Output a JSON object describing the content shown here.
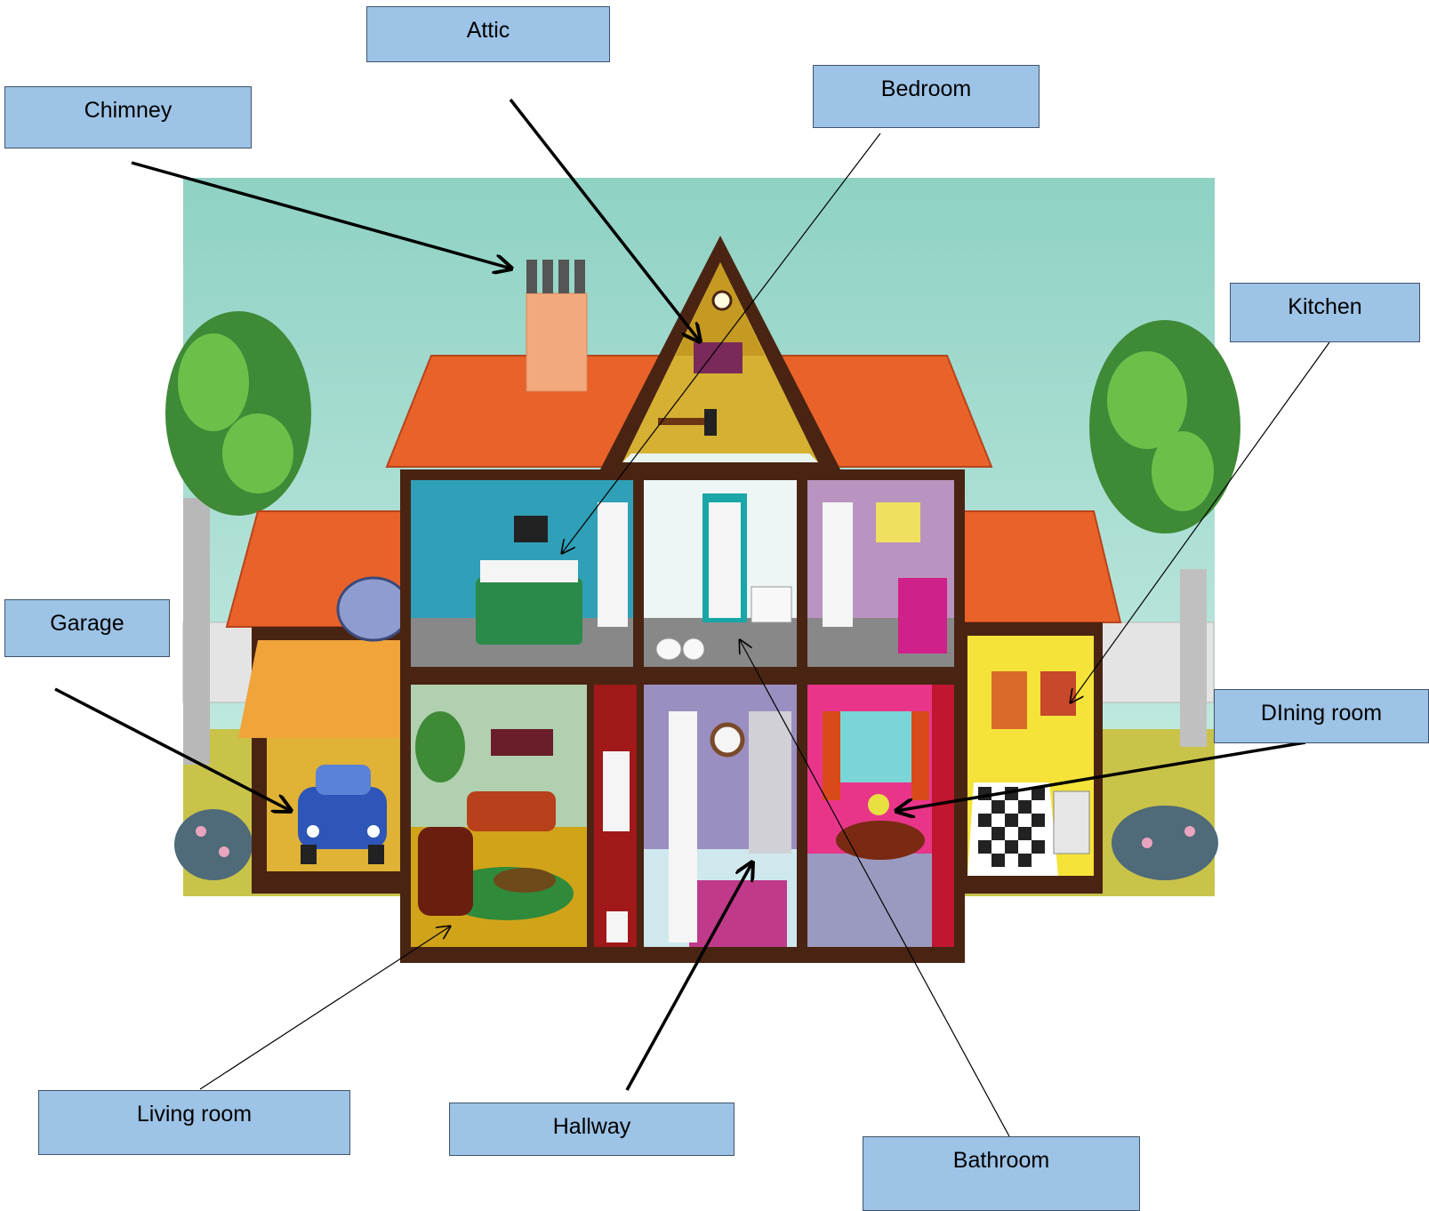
{
  "labels": {
    "attic": "Attic",
    "chimney": "Chimney",
    "bedroom": "Bedroom",
    "kitchen": "Kitchen",
    "garage": "Garage",
    "dining_room": "DIning room",
    "living_room": "Living room",
    "hallway": "Hallway",
    "bathroom": "Bathroom"
  },
  "colors": {
    "label_fill": "#9dc3e6",
    "label_border": "#41546b",
    "sky": "#9fd8cc",
    "roof": "#e8622a",
    "house_frame": "#4a2412",
    "grass": "#c9c34a",
    "arrow": "#000000"
  }
}
